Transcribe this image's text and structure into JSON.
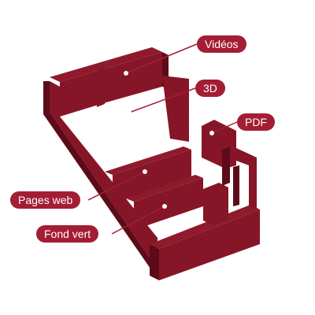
{
  "colors": {
    "wall_top": "#8f1a2b",
    "wall_front": "#7c1425",
    "wall_side": "#5e0b19",
    "line": "#a31d35",
    "pill": "#a31d35",
    "pill_text": "#ffffff",
    "dot": "#ffffff"
  },
  "labels": {
    "videos": "Vidéos",
    "threed": "3D",
    "pdf": "PDF",
    "pages_web": "Pages web",
    "fond_vert": "Fond vert"
  }
}
